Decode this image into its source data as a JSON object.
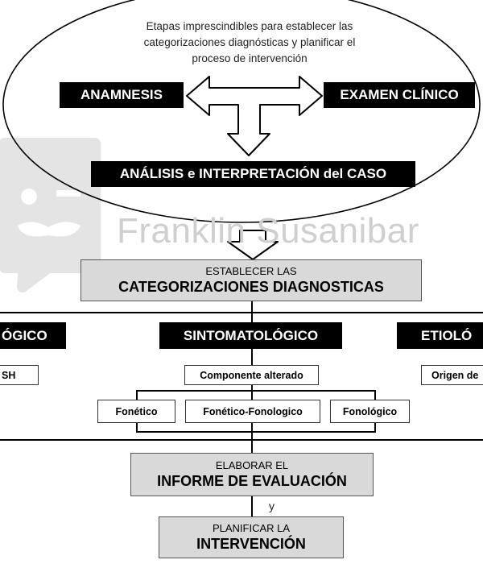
{
  "header": {
    "intro_line1": "Etapas imprescindibles para establecer las",
    "intro_line2": "categorizaciones diagnósticas y planificar el",
    "intro_line3": "proceso de  intervención"
  },
  "stages": {
    "anamnesis": "ANAMNESIS",
    "exam": "EXAMEN CLÍNICO",
    "analysis": "ANÁLISIS e INTERPRETACIÓN del CASO"
  },
  "watermark": {
    "text": "Franklin Susanibar"
  },
  "categorization": {
    "line1": "ESTABLECER LAS",
    "line2": "CATEGORIZACIONES DIAGNOSTICAS"
  },
  "categories": {
    "left": "ÓGICO",
    "center": "SINTOMATOLÓGICO",
    "right": "ETIOLÓ"
  },
  "sub": {
    "left_box": "SH",
    "center_box": "Componente alterado",
    "right_box": "Origen de"
  },
  "components": [
    "Fonético",
    "Fonético-Fonologico",
    "Fonológico"
  ],
  "report": {
    "line1": "ELABORAR EL",
    "line2": "INFORME DE EVALUACIÓN"
  },
  "connector": "y",
  "plan": {
    "line1": "PLANIFICAR LA",
    "line2": "INTERVENCIÓN"
  },
  "colors": {
    "block": "#000000",
    "box_fill": "#d9d9d9",
    "watermark": "#cfcfcf"
  }
}
